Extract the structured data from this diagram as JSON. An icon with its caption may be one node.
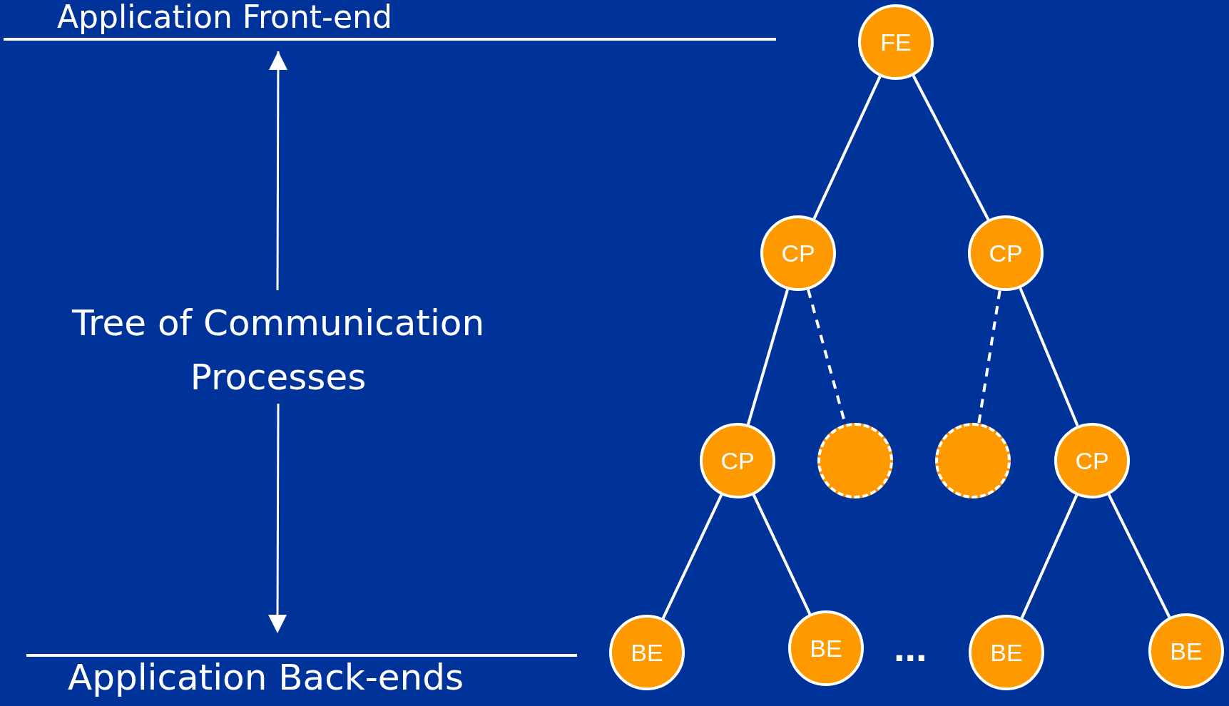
{
  "diagram": {
    "nodes": [
      {
        "text": [
          "FE"
        ]
      },
      {
        "text": [
          "CP"
        ]
      },
      {
        "text": [
          "CP"
        ]
      },
      {
        "text": [
          "CP"
        ]
      },
      {
        "text": [],
        "shape": "circle"
      },
      {
        "text": [],
        "shape": "circle"
      },
      {
        "text": [
          "CP"
        ]
      },
      {
        "text": [
          "BE"
        ]
      },
      {
        "text": [
          "BE"
        ]
      },
      {
        "text": [
          "BE"
        ]
      },
      {
        "text": [
          "BE"
        ]
      }
    ],
    "edges": [
      {
        "from": 0,
        "to": 1,
        "arrow": "none"
      },
      {
        "from": 0,
        "to": 2,
        "arrow": "none"
      },
      {
        "from": 1,
        "to": 3,
        "arrow": "none"
      },
      {
        "from": 1,
        "to": 4,
        "arrow": "none",
        "style": "dashed"
      },
      {
        "from": 2,
        "to": 5,
        "arrow": "none",
        "style": "dashed"
      },
      {
        "from": 2,
        "to": 6,
        "arrow": "none"
      },
      {
        "from": 3,
        "to": 7,
        "arrow": "none"
      },
      {
        "from": 3,
        "to": 8,
        "arrow": "none"
      },
      {
        "from": 6,
        "to": 9,
        "arrow": "none"
      },
      {
        "from": 6,
        "to": 10,
        "arrow": "none"
      }
    ],
    "labels": [
      "Application Front-end",
      "Tree of Communication Processes",
      "...",
      "Application Back-ends"
    ]
  }
}
